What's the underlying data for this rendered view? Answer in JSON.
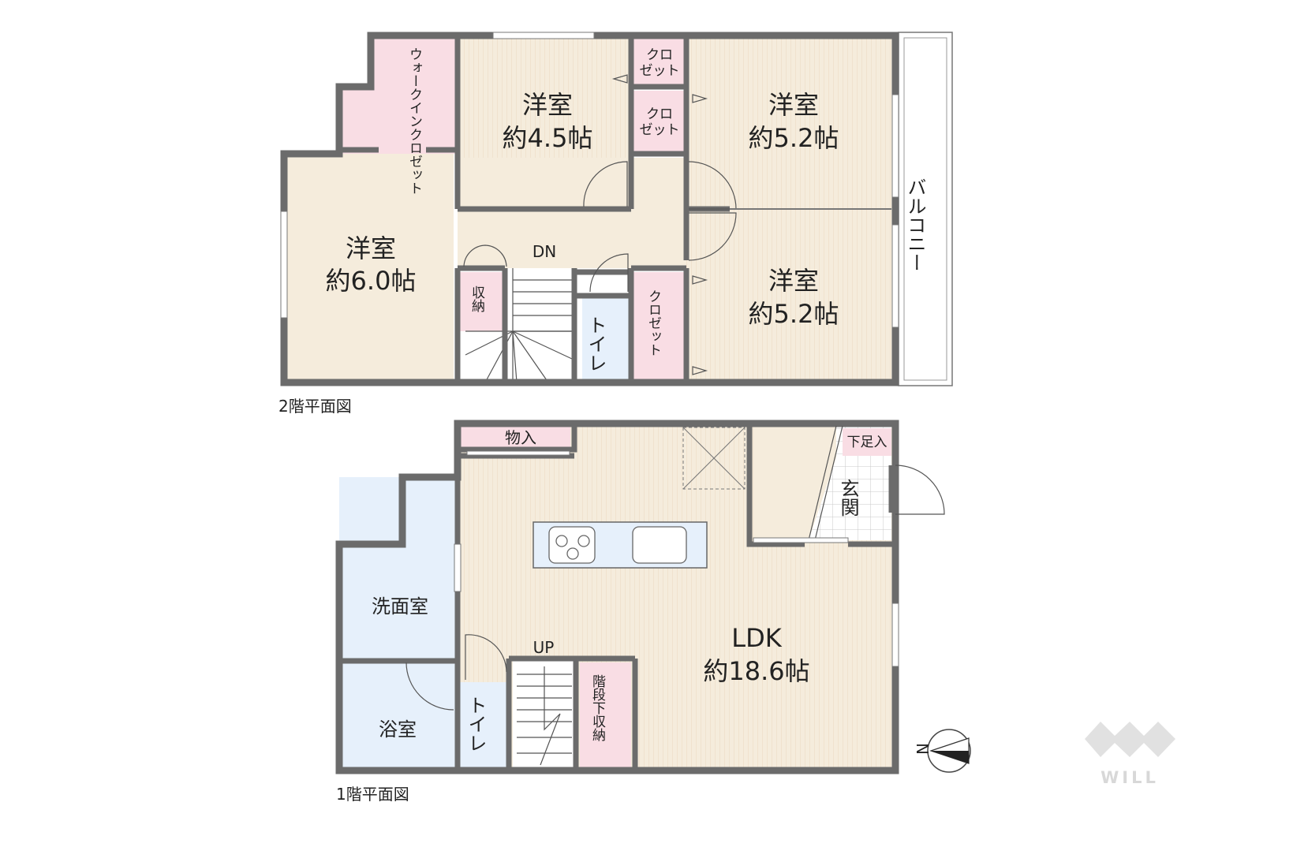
{
  "floor2": {
    "caption": "2階平面図",
    "rooms": {
      "walkin_closet": "ウォークインクロゼット",
      "west_room": {
        "name": "洋室",
        "size": "約6.0帖"
      },
      "north_room": {
        "name": "洋室",
        "size": "約4.5帖"
      },
      "ne_room": {
        "name": "洋室",
        "size": "約5.2帖"
      },
      "se_room": {
        "name": "洋室",
        "size": "約5.2帖"
      },
      "closet_a_line1": "クロ",
      "closet_a_line2": "ゼット",
      "closet_b_line1": "クロ",
      "closet_b_line2": "ゼット",
      "closet_c": "クロゼット",
      "storage": "収納",
      "toilet": "トイレ",
      "balcony": "バルコニー",
      "stairs": "DN"
    }
  },
  "floor1": {
    "caption": "1階平面図",
    "rooms": {
      "storage_top": "物入",
      "shoe_storage": "下足入",
      "entrance": "玄関",
      "washroom": "洗面室",
      "bathroom": "浴室",
      "toilet": "トイレ",
      "under_stairs": "階段下収納",
      "ldk": {
        "name": "LDK",
        "size": "約18.6帖"
      },
      "stairs": "UP"
    }
  },
  "compass": {
    "label": "N"
  },
  "logo": {
    "text": "WILL"
  },
  "colors": {
    "wall": "#6b6b6b",
    "room_beige": "#f5ecdc",
    "closet_pink": "#f9dde4",
    "wet_blue": "#e6f0fb"
  }
}
